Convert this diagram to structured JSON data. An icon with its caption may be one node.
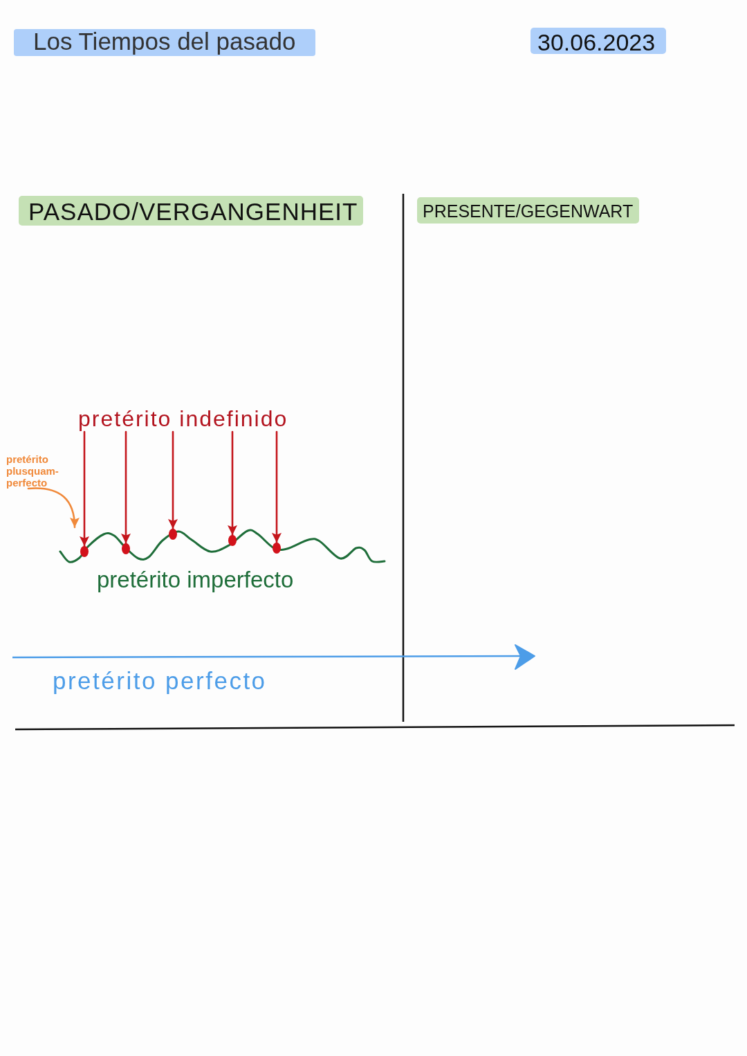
{
  "diagram": {
    "title": "Los Tiempos del pasado",
    "nodes": [
      {
        "text": [
          "PASADO/VERGANGENHEIT"
        ]
      },
      {
        "text": [
          "PRESENTE/GEGENWART"
        ]
      },
      {
        "text": [
          "pretérito indefinido"
        ]
      },
      {
        "text": [
          "pretérito plusquam-perfecto"
        ]
      },
      {
        "text": [],
        "shape": "wave",
        "beside": [
          "pretérito imperfecto"
        ]
      },
      {
        "text": [],
        "shape": "dot",
        "in": 4
      },
      {
        "text": [],
        "shape": "dot",
        "in": 4
      },
      {
        "text": [],
        "shape": "dot",
        "in": 4
      },
      {
        "text": [],
        "shape": "dot",
        "in": 4
      },
      {
        "text": [],
        "shape": "dot",
        "in": 4
      }
    ],
    "edges": [
      {
        "from": 2,
        "to": 5,
        "arrow": "to"
      },
      {
        "from": 2,
        "to": 6,
        "arrow": "to"
      },
      {
        "from": 2,
        "to": 7,
        "arrow": "to"
      },
      {
        "from": 2,
        "to": 8,
        "arrow": "to"
      },
      {
        "from": 2,
        "to": 9,
        "arrow": "to"
      },
      {
        "from": 3,
        "to": 4,
        "arrow": "to",
        "color": "#f0893a"
      }
    ],
    "labels": [
      "30.06.2023",
      "pretérito perfecto"
    ]
  }
}
